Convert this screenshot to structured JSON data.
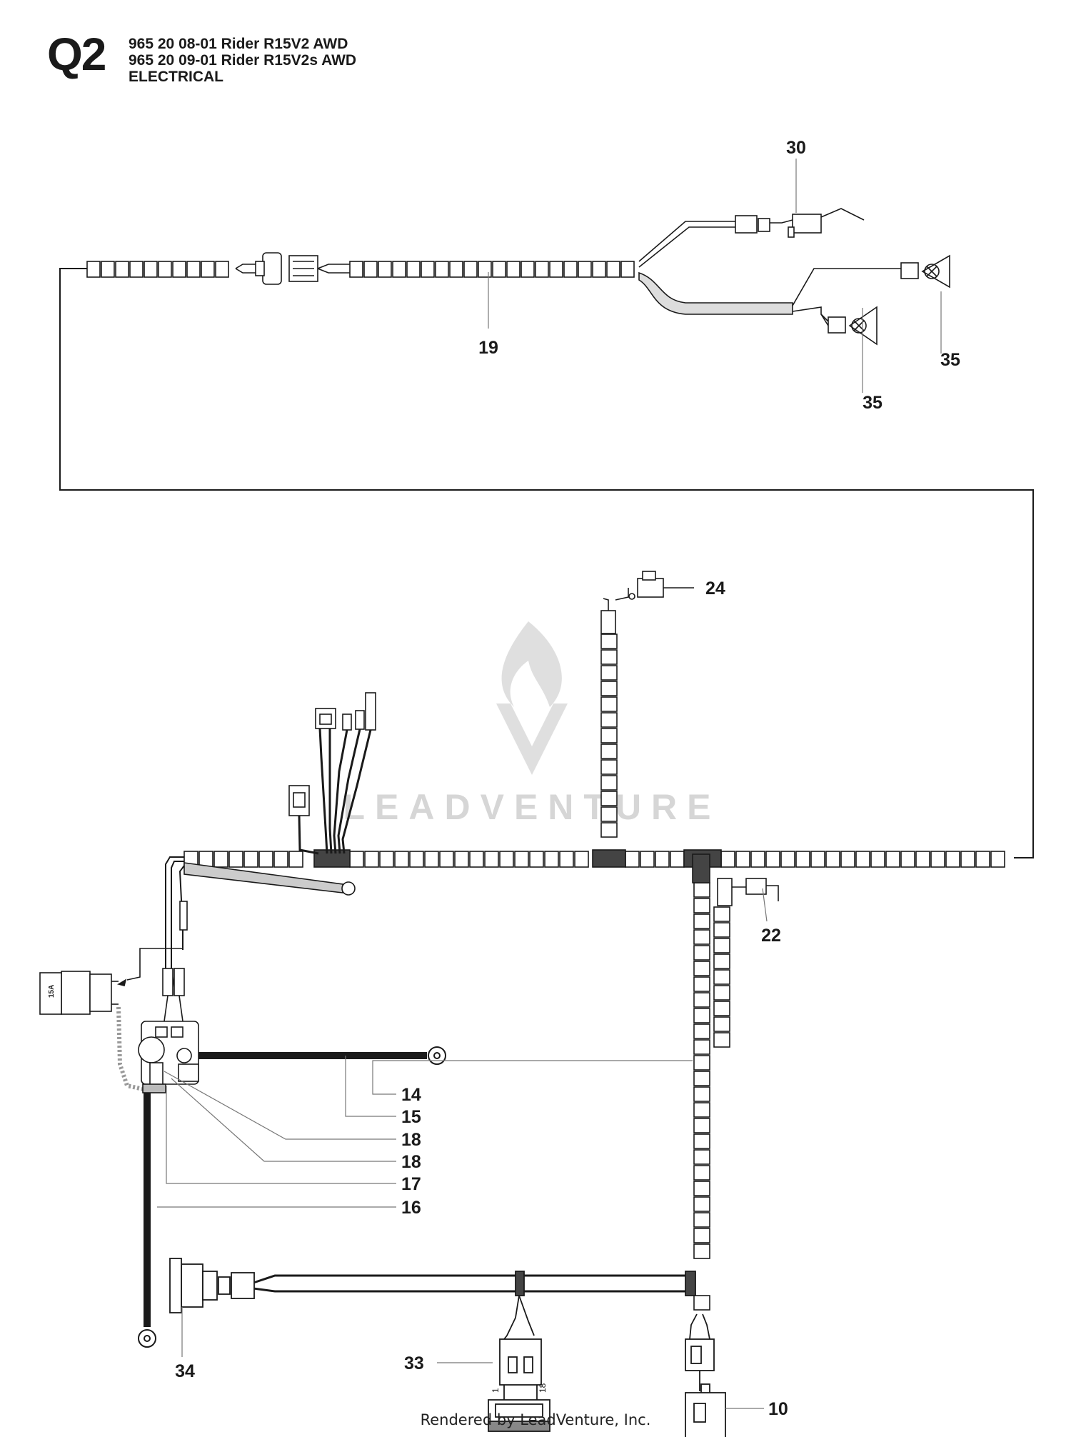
{
  "header": {
    "code": "Q2",
    "lines": [
      "965 20 08-01 Rider R15V2 AWD",
      "965 20 09-01 Rider R15V2s AWD",
      "ELECTRICAL"
    ]
  },
  "watermark": "LEADVENTURE",
  "footer": "Rendered by LeadVenture, Inc.",
  "callouts": {
    "c30": "30",
    "c19": "19",
    "c35a": "35",
    "c35b": "35",
    "c24": "24",
    "c22": "22",
    "c14": "14",
    "c15": "15",
    "c18a": "18",
    "c18b": "18",
    "c17": "17",
    "c16": "16",
    "c34": "34",
    "c33": "33",
    "c10": "10"
  },
  "fuse_label": "15A",
  "switch_marks": [
    "1",
    "18"
  ],
  "colors": {
    "ink": "#1a1a1a",
    "harness_fill": "#ffffff",
    "watermark": "#d2d2d2"
  }
}
